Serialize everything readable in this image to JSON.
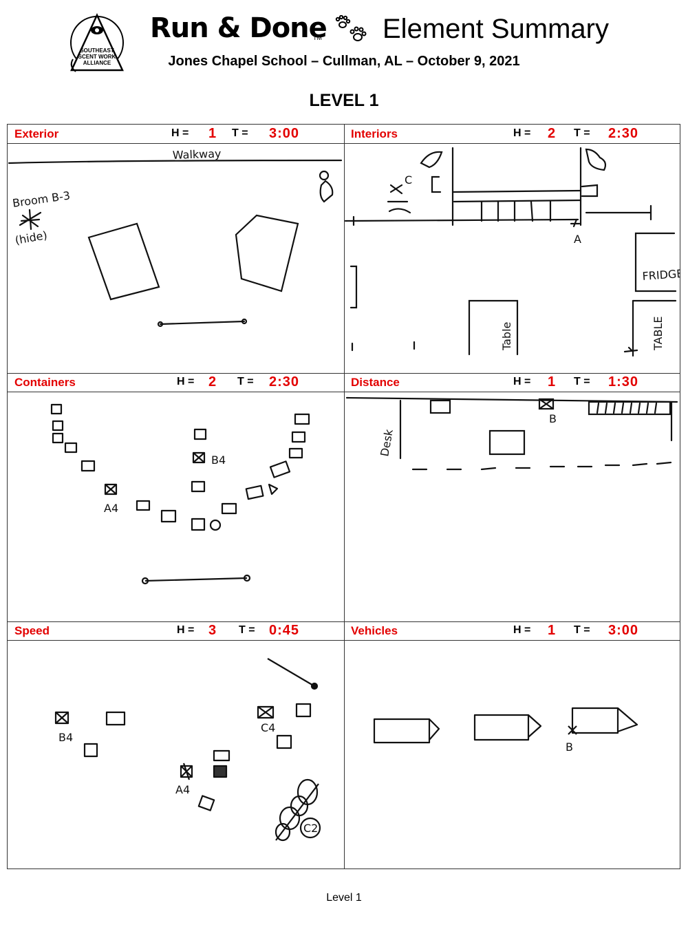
{
  "header": {
    "logo": {
      "line1": "SOUTHEAST",
      "line2": "SCENT WORK",
      "line3": "ALLIANCE"
    },
    "brand": "Run & Done",
    "trademark": "TM",
    "paws_icon": "paw-prints-icon",
    "subject": "Element Summary",
    "venue_line": "Jones Chapel School – Cullman, AL – October 9, 2021",
    "level": "LEVEL 1"
  },
  "labels": {
    "hides": "H =",
    "time": "T ="
  },
  "colors": {
    "accent": "#e30000"
  },
  "elements": [
    {
      "name": "Exterior",
      "hides": "1",
      "time": "3:00",
      "notes": [
        "Walkway",
        "Broom B-3",
        "(hide)"
      ]
    },
    {
      "name": "Interiors",
      "hides": "2",
      "time": "2:30",
      "notes": [
        "C",
        "A",
        "FRIDGE",
        "Table",
        "TABLE"
      ]
    },
    {
      "name": "Containers",
      "hides": "2",
      "time": "2:30",
      "notes": [
        "B4",
        "A4"
      ]
    },
    {
      "name": "Distance",
      "hides": "1",
      "time": "1:30",
      "notes": [
        "Desk",
        "B"
      ]
    },
    {
      "name": "Speed",
      "hides": "3",
      "time": "0:45",
      "notes": [
        "B4",
        "C4",
        "A4",
        "C2"
      ]
    },
    {
      "name": "Vehicles",
      "hides": "1",
      "time": "3:00",
      "notes": [
        "B"
      ]
    }
  ],
  "footer": "Level 1"
}
